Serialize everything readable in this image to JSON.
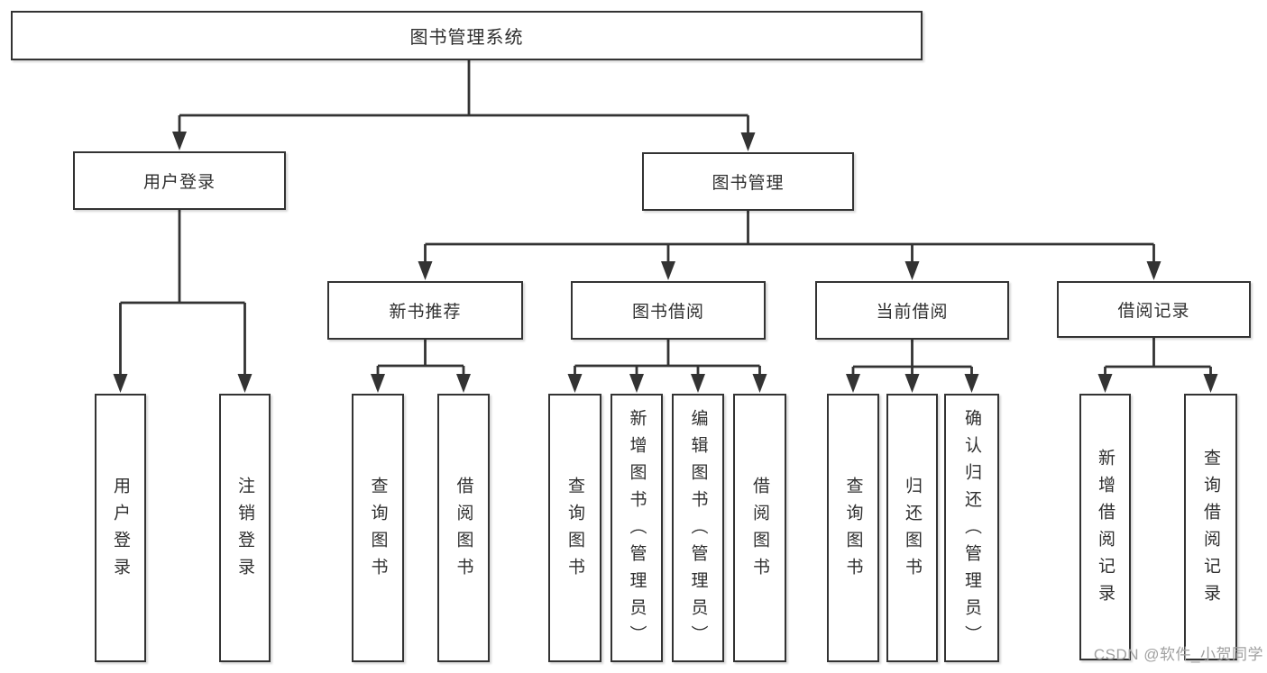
{
  "diagram_type": "hierarchy-tree",
  "colors": {
    "line": "#333333",
    "box_border": "#333333",
    "box_background": "#ffffff",
    "text": "#2f2f2f",
    "watermark": "#a0a0a0"
  },
  "tree": {
    "label": "图书管理系统",
    "children": [
      {
        "label": "用户登录",
        "children": [
          {
            "label": "用户登录"
          },
          {
            "label": "注销登录"
          }
        ]
      },
      {
        "label": "图书管理",
        "children": [
          {
            "label": "新书推荐",
            "children": [
              {
                "label": "查询图书"
              },
              {
                "label": "借阅图书"
              }
            ]
          },
          {
            "label": "图书借阅",
            "children": [
              {
                "label": "查询图书"
              },
              {
                "label": "新增图书（管理员）"
              },
              {
                "label": "编辑图书（管理员）"
              },
              {
                "label": "借阅图书"
              }
            ]
          },
          {
            "label": "当前借阅",
            "children": [
              {
                "label": "查询图书"
              },
              {
                "label": "归还图书"
              },
              {
                "label": "确认归还（管理员）"
              }
            ]
          },
          {
            "label": "借阅记录",
            "children": [
              {
                "label": "新增借阅记录"
              },
              {
                "label": "查询借阅记录"
              }
            ]
          }
        ]
      }
    ]
  },
  "watermark": {
    "text": "CSDN @软件_小贺同学"
  }
}
